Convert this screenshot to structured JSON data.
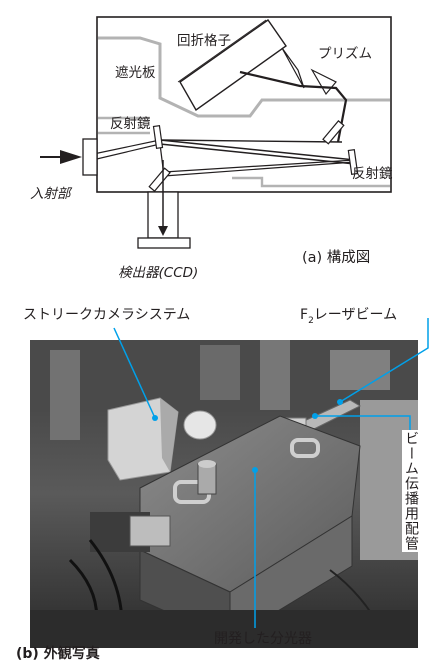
{
  "part_a": {
    "caption": "(a) 構成図",
    "labels": {
      "grating": "回折格子",
      "prism": "プリズム",
      "light_shield": "遮光板",
      "mirror_left": "反射鏡",
      "mirror_right": "反射鏡",
      "entrance": "入射部",
      "detector": "検出器(CCD)"
    }
  },
  "part_b": {
    "caption": "(b) 外観写真",
    "labels": {
      "streak_camera": "ストリークカメラシステム",
      "f2_laser_prefix": "F",
      "f2_laser_sub": "2",
      "f2_laser_suffix": "レーザビーム",
      "beam_pipe": "ビーム伝播用配管",
      "spectrometer": "開発した分光器"
    }
  },
  "colors": {
    "callout_line": "#00a0e9",
    "frame": "#231f20",
    "shield": "#b3b3b3"
  }
}
